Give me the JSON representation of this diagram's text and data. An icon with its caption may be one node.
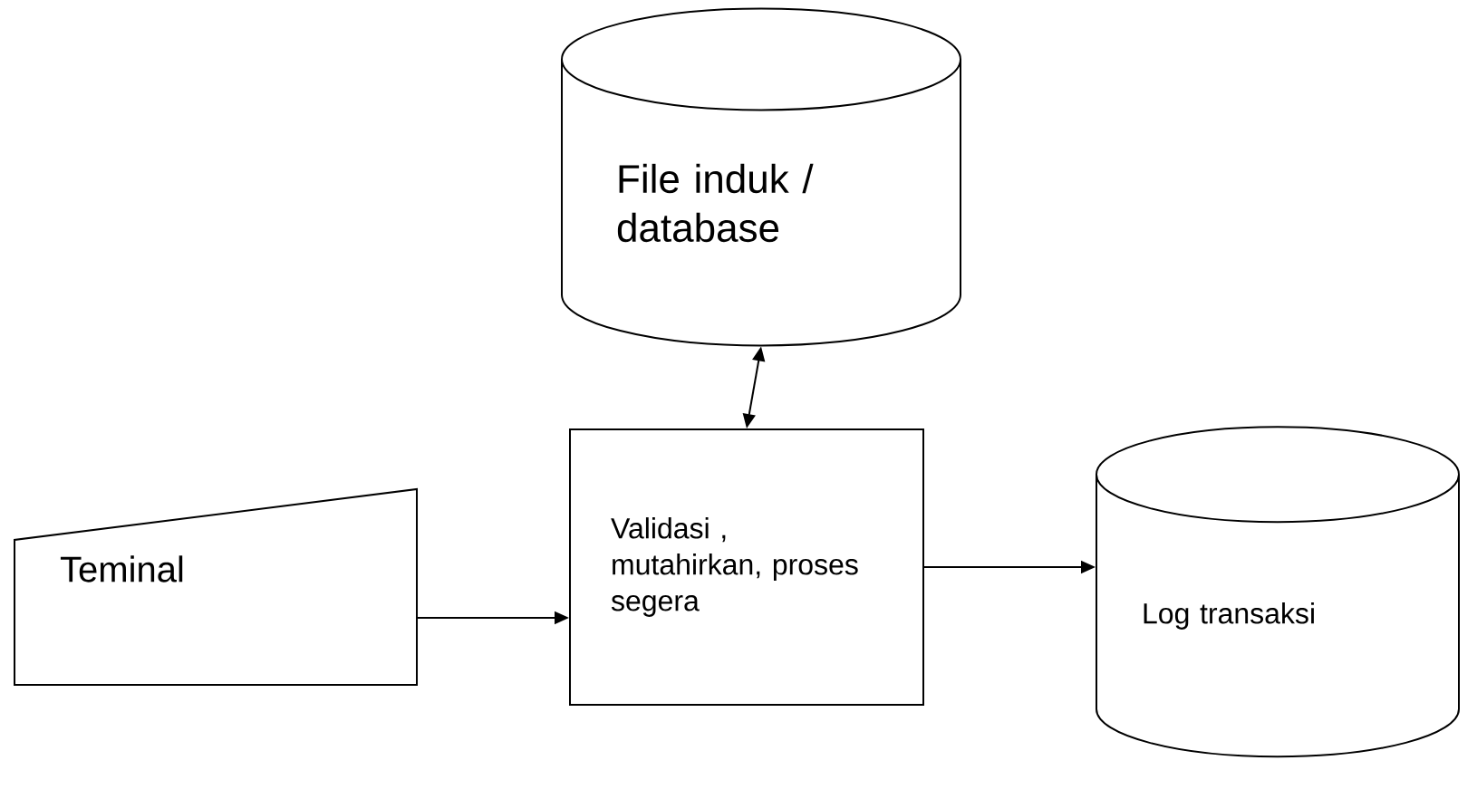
{
  "diagram": {
    "nodes": [
      {
        "text": [
          "Teminal"
        ]
      },
      {
        "text": [
          "Validasi , mutahirkan, proses segera"
        ]
      },
      {
        "text": [
          "File induk / database"
        ]
      },
      {
        "text": [
          "Log transaksi"
        ]
      }
    ],
    "edges": [
      {
        "from": 0,
        "to": 1,
        "arrow": "to"
      },
      {
        "from": 1,
        "to": 2,
        "arrow": "both"
      },
      {
        "from": 1,
        "to": 3,
        "arrow": "to"
      }
    ]
  }
}
